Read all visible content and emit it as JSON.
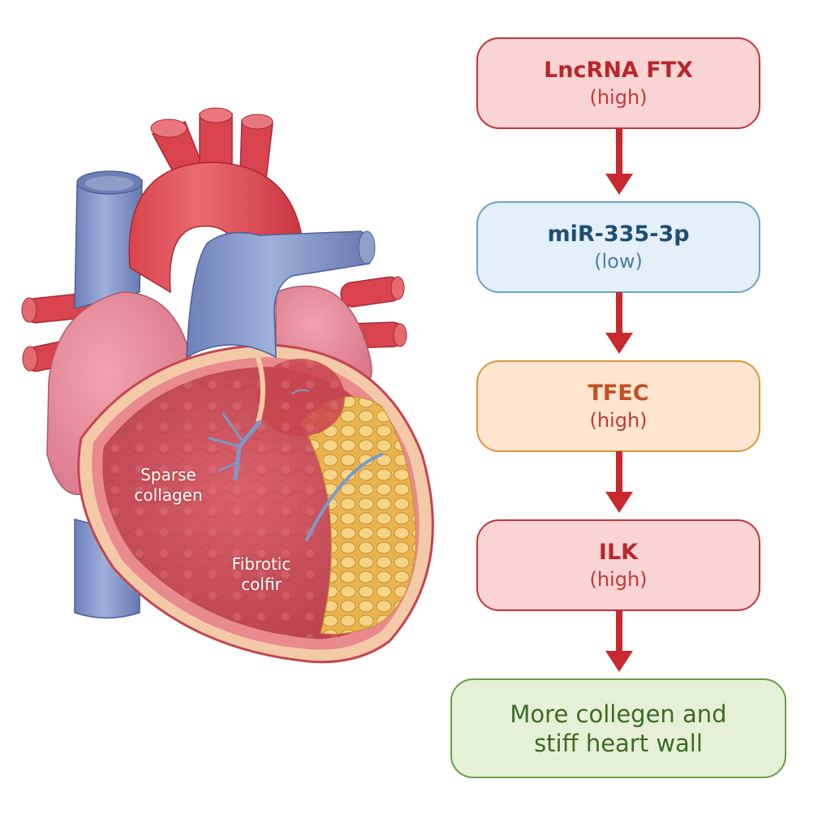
{
  "illustration": {
    "subject": "heart-cross-section",
    "labels": {
      "sparse": [
        "Sparse",
        "collagen"
      ],
      "fibrotic": [
        "Fibrotic",
        "colfir"
      ]
    }
  },
  "pathway": {
    "nodes": [
      {
        "title": "LncRNA FTX",
        "level": "(high)",
        "fill": "#fad4d2",
        "border": "#c4353b",
        "title_color": "#b8262e",
        "level_color": "#c0383d"
      },
      {
        "title": "miR-335-3p",
        "level": "(low)",
        "fill": "#e3eff9",
        "border": "#6fa1cc",
        "title_color": "#1e4e73",
        "level_color": "#4e7fa8"
      },
      {
        "title": "TFEC",
        "level": "(high)",
        "fill": "#fde5d0",
        "border": "#d9973f",
        "title_color": "#c44f24",
        "level_color": "#c43a2e"
      },
      {
        "title": "ILK",
        "level": "(high)",
        "fill": "#fad4d2",
        "border": "#c4353b",
        "title_color": "#b8262e",
        "level_color": "#c0383d"
      }
    ],
    "outcome": {
      "lines": [
        "More collegen and",
        "stiff heart wall"
      ],
      "fill": "#e4f1d6",
      "border": "#6e9b4c",
      "text_color": "#3e6a26"
    },
    "arrow_color": "#c8282e"
  }
}
